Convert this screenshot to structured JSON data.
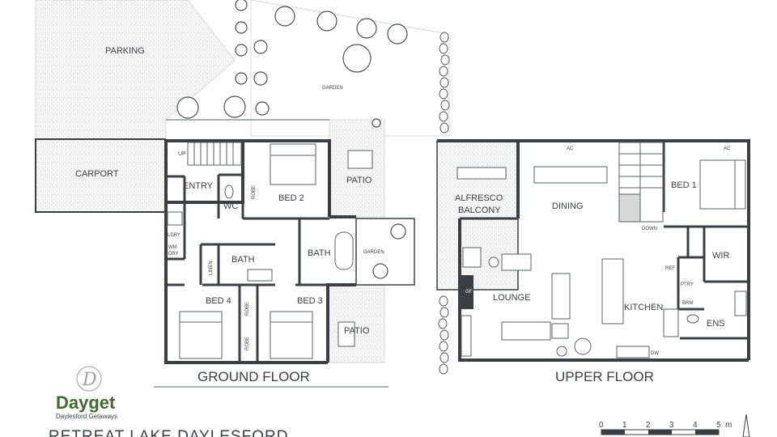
{
  "ground_floor": {
    "title": "GROUND FLOOR",
    "labels": {
      "parking": "PARKING",
      "garden_top": "GARDEN",
      "carport": "CARPORT",
      "entry": "ENTRY",
      "up": "UP",
      "wc": "WC",
      "robe": "ROBE",
      "bed2": "BED 2",
      "patio_top": "PATIO",
      "ldry": "LDRY",
      "wm": "WM",
      "dry": "DRY",
      "linen": "LINEN",
      "bath_left": "BATH",
      "bath_right": "BATH",
      "garden_right": "GARDEN",
      "bed4": "BED 4",
      "bed3": "BED 3",
      "robe_b": "ROBE",
      "robe_c": "ROBE",
      "patio_bottom": "PATIO"
    }
  },
  "upper_floor": {
    "title": "UPPER FLOOR",
    "labels": {
      "alfresco": "ALFRESCO",
      "balcony": "BALCONY",
      "ac_dining": "AC",
      "dining": "DINING",
      "ac_bed": "AC",
      "bed1": "BED 1",
      "down": "DOWN",
      "wir": "WIR",
      "gf": "GF",
      "lounge": "LOUNGE",
      "ref": "REF",
      "ptry": "PTRY",
      "brm": "BRM",
      "kitchen": "KITCHEN",
      "ens": "ENS",
      "dw": "DW"
    }
  },
  "brand": {
    "logo_letter": "D",
    "name": "Dayget",
    "tagline": "Daylesford Getaways"
  },
  "property_title": "RETREAT LAKE DAYLESFORD",
  "scale_bar": {
    "ticks": [
      "0",
      "1",
      "2",
      "3",
      "4",
      "5"
    ],
    "unit": "m"
  },
  "colors": {
    "wall": "#3a3f44",
    "brand_green": "#3f6b2f",
    "paving": "#f1f2f1"
  }
}
